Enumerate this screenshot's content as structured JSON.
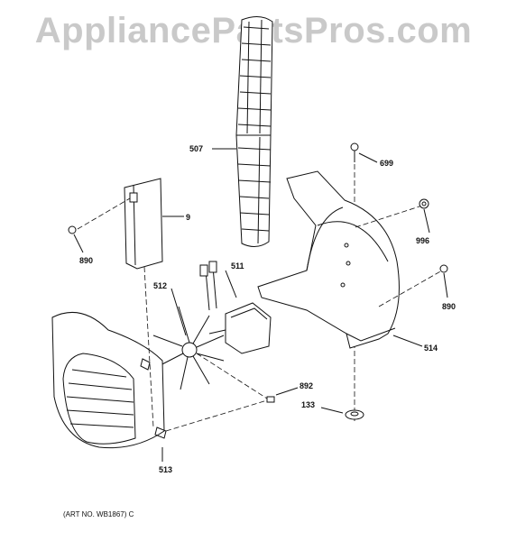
{
  "watermark": "AppliancePartsPros.com",
  "art_number": "(ART NO. WB1867) C",
  "parts": {
    "p507": "507",
    "p699": "699",
    "p9": "9",
    "p996": "996",
    "p890a": "890",
    "p511": "511",
    "p512": "512",
    "p890b": "890",
    "p514": "514",
    "p892": "892",
    "p133": "133",
    "p513": "513"
  }
}
